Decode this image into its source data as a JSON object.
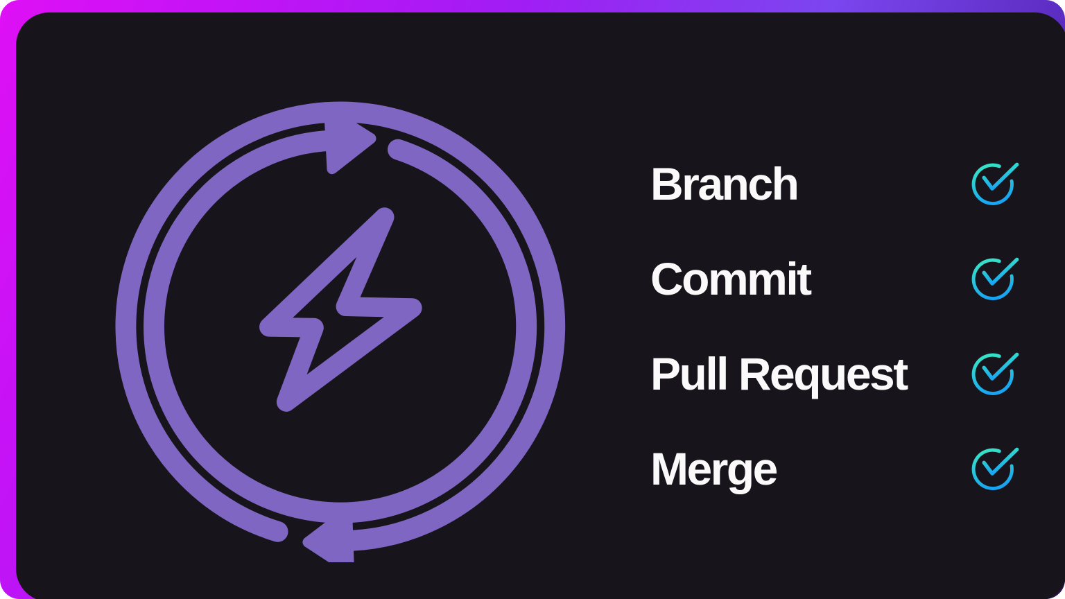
{
  "page": {
    "description": "git-workflow-promo-card"
  },
  "checklist": {
    "items": [
      {
        "label": "Branch",
        "status": "checked"
      },
      {
        "label": "Commit",
        "status": "checked"
      },
      {
        "label": "Pull Request",
        "status": "checked"
      },
      {
        "label": "Merge",
        "status": "checked"
      }
    ]
  },
  "icons": {
    "main": "sync-cycle-lightning-icon",
    "item": "check-circle-icon"
  },
  "colors": {
    "border_gradient": [
      "#DF10F5",
      "#A21CF4",
      "#7B46EF",
      "#2A1148"
    ],
    "card_background": "#17141B",
    "icon_purple": "#7F66C3",
    "check_gradient_top": "#38E6C5",
    "check_gradient_bottom": "#18A4F2",
    "text": "#FAFAFA"
  }
}
